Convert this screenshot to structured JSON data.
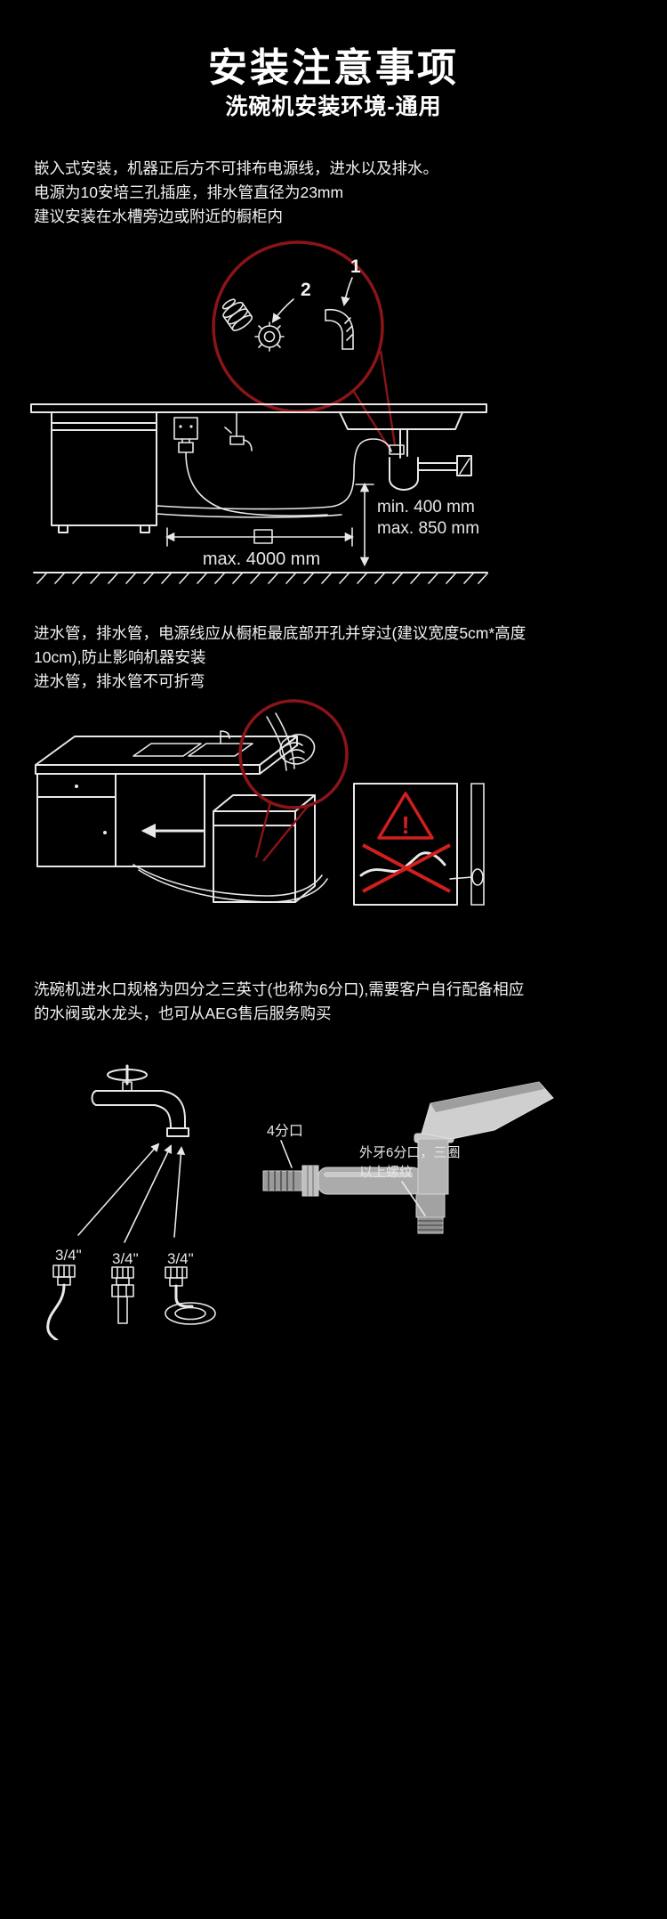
{
  "page": {
    "title": "安装注意事项",
    "subtitle": "洗碗机安装环境-通用"
  },
  "colors": {
    "background": "#000000",
    "text": "#f2f2f2",
    "magnifier_red": "#8b1418",
    "warning_red": "#d01f1f",
    "line_art": "#e8e8e8"
  },
  "sections": {
    "embedded_install": {
      "lines": [
        "嵌入式安装，机器正后方不可排布电源线，进水以及排水。",
        "电源为10安培三孔插座，排水管直径为23mm",
        "建议安装在水槽旁边或附近的橱柜内"
      ],
      "diagram": {
        "step_1": "1",
        "step_2": "2",
        "min_height": "min. 400 mm",
        "max_height": "max. 850 mm",
        "max_length": "max. 4000 mm"
      }
    },
    "hose_routing": {
      "lines": [
        "进水管，排水管，电源线应从橱柜最底部开孔并穿过(建议宽度5cm*高度",
        "10cm),防止影响机器安装",
        "进水管，排水管不可折弯"
      ],
      "diagram": {
        "warning_mark": "!"
      }
    },
    "water_inlet": {
      "lines": [
        "洗碗机进水口规格为四分之三英寸(也称为6分口),需要客户自行配备相应",
        "的水阀或水龙头，也可从AEG售后服务购买"
      ],
      "diagram": {
        "hose_labels": [
          "3/4\"",
          "3/4\"",
          "3/4\""
        ],
        "tap_label_small": "4分口",
        "tap_label_line1": "外牙6分口，三圈",
        "tap_label_line2": "以上螺纹"
      }
    }
  }
}
